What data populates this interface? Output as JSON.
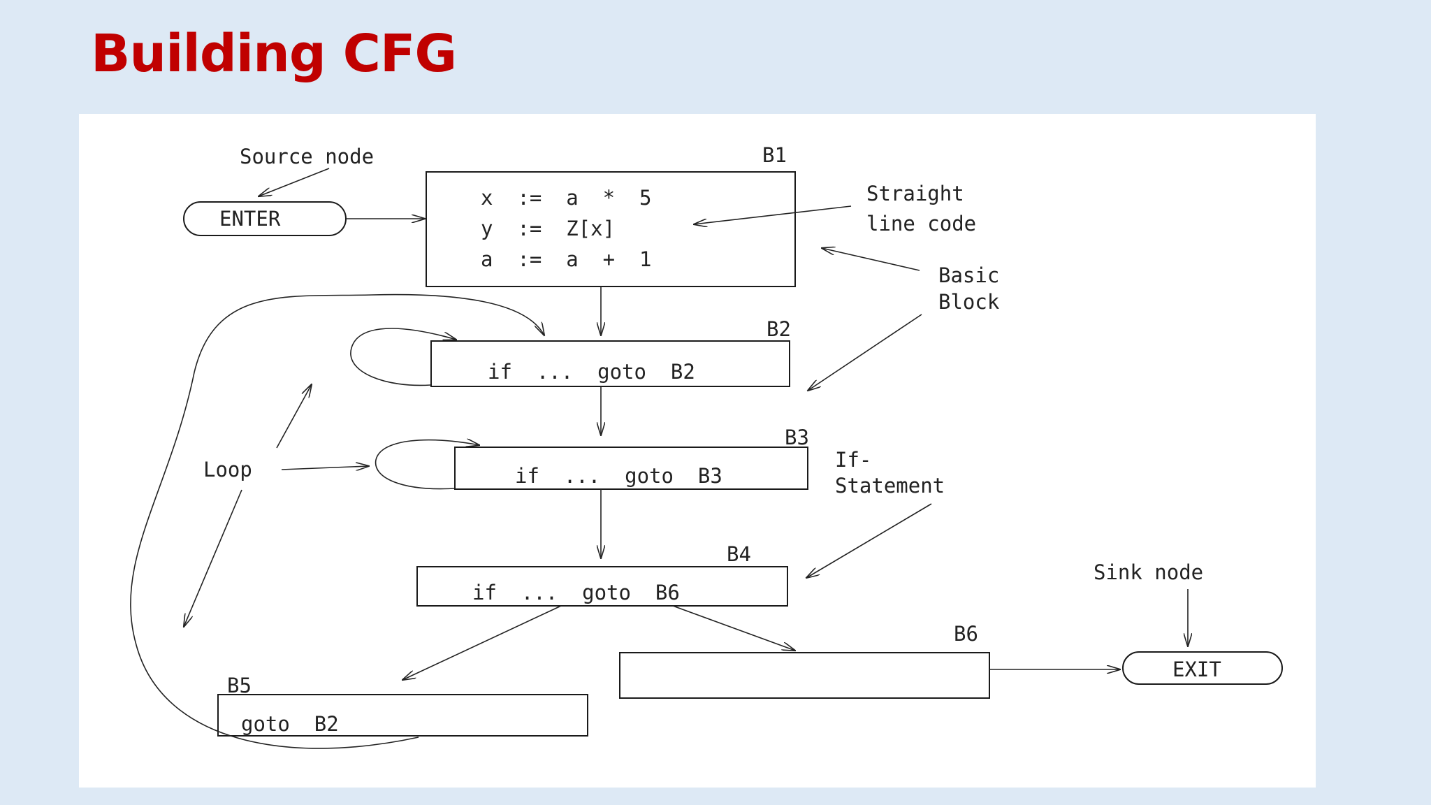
{
  "slide": {
    "title": "Building CFG"
  },
  "diagram": {
    "labels": {
      "source_node": "Source node",
      "sink_node": "Sink node",
      "straight_line": "Straight",
      "straight_line_2": "line code",
      "basic_block": "Basic",
      "basic_block_2": "Block",
      "loop": "Loop",
      "if_statement": "If-",
      "if_statement_2": "Statement"
    },
    "terminals": {
      "enter": "ENTER",
      "exit": "EXIT"
    },
    "blocks": {
      "b1": {
        "name": "B1",
        "lines": [
          "x  :=  a  *  5",
          "y  :=  Z[x]",
          "a  :=  a  +  1"
        ]
      },
      "b2": {
        "name": "B2",
        "code": "if  ...  goto  B2"
      },
      "b3": {
        "name": "B3",
        "code": "if  ...  goto  B3"
      },
      "b4": {
        "name": "B4",
        "code": "if  ...  goto  B6"
      },
      "b5": {
        "name": "B5",
        "code": "goto  B2"
      },
      "b6": {
        "name": "B6",
        "code": ""
      }
    }
  }
}
